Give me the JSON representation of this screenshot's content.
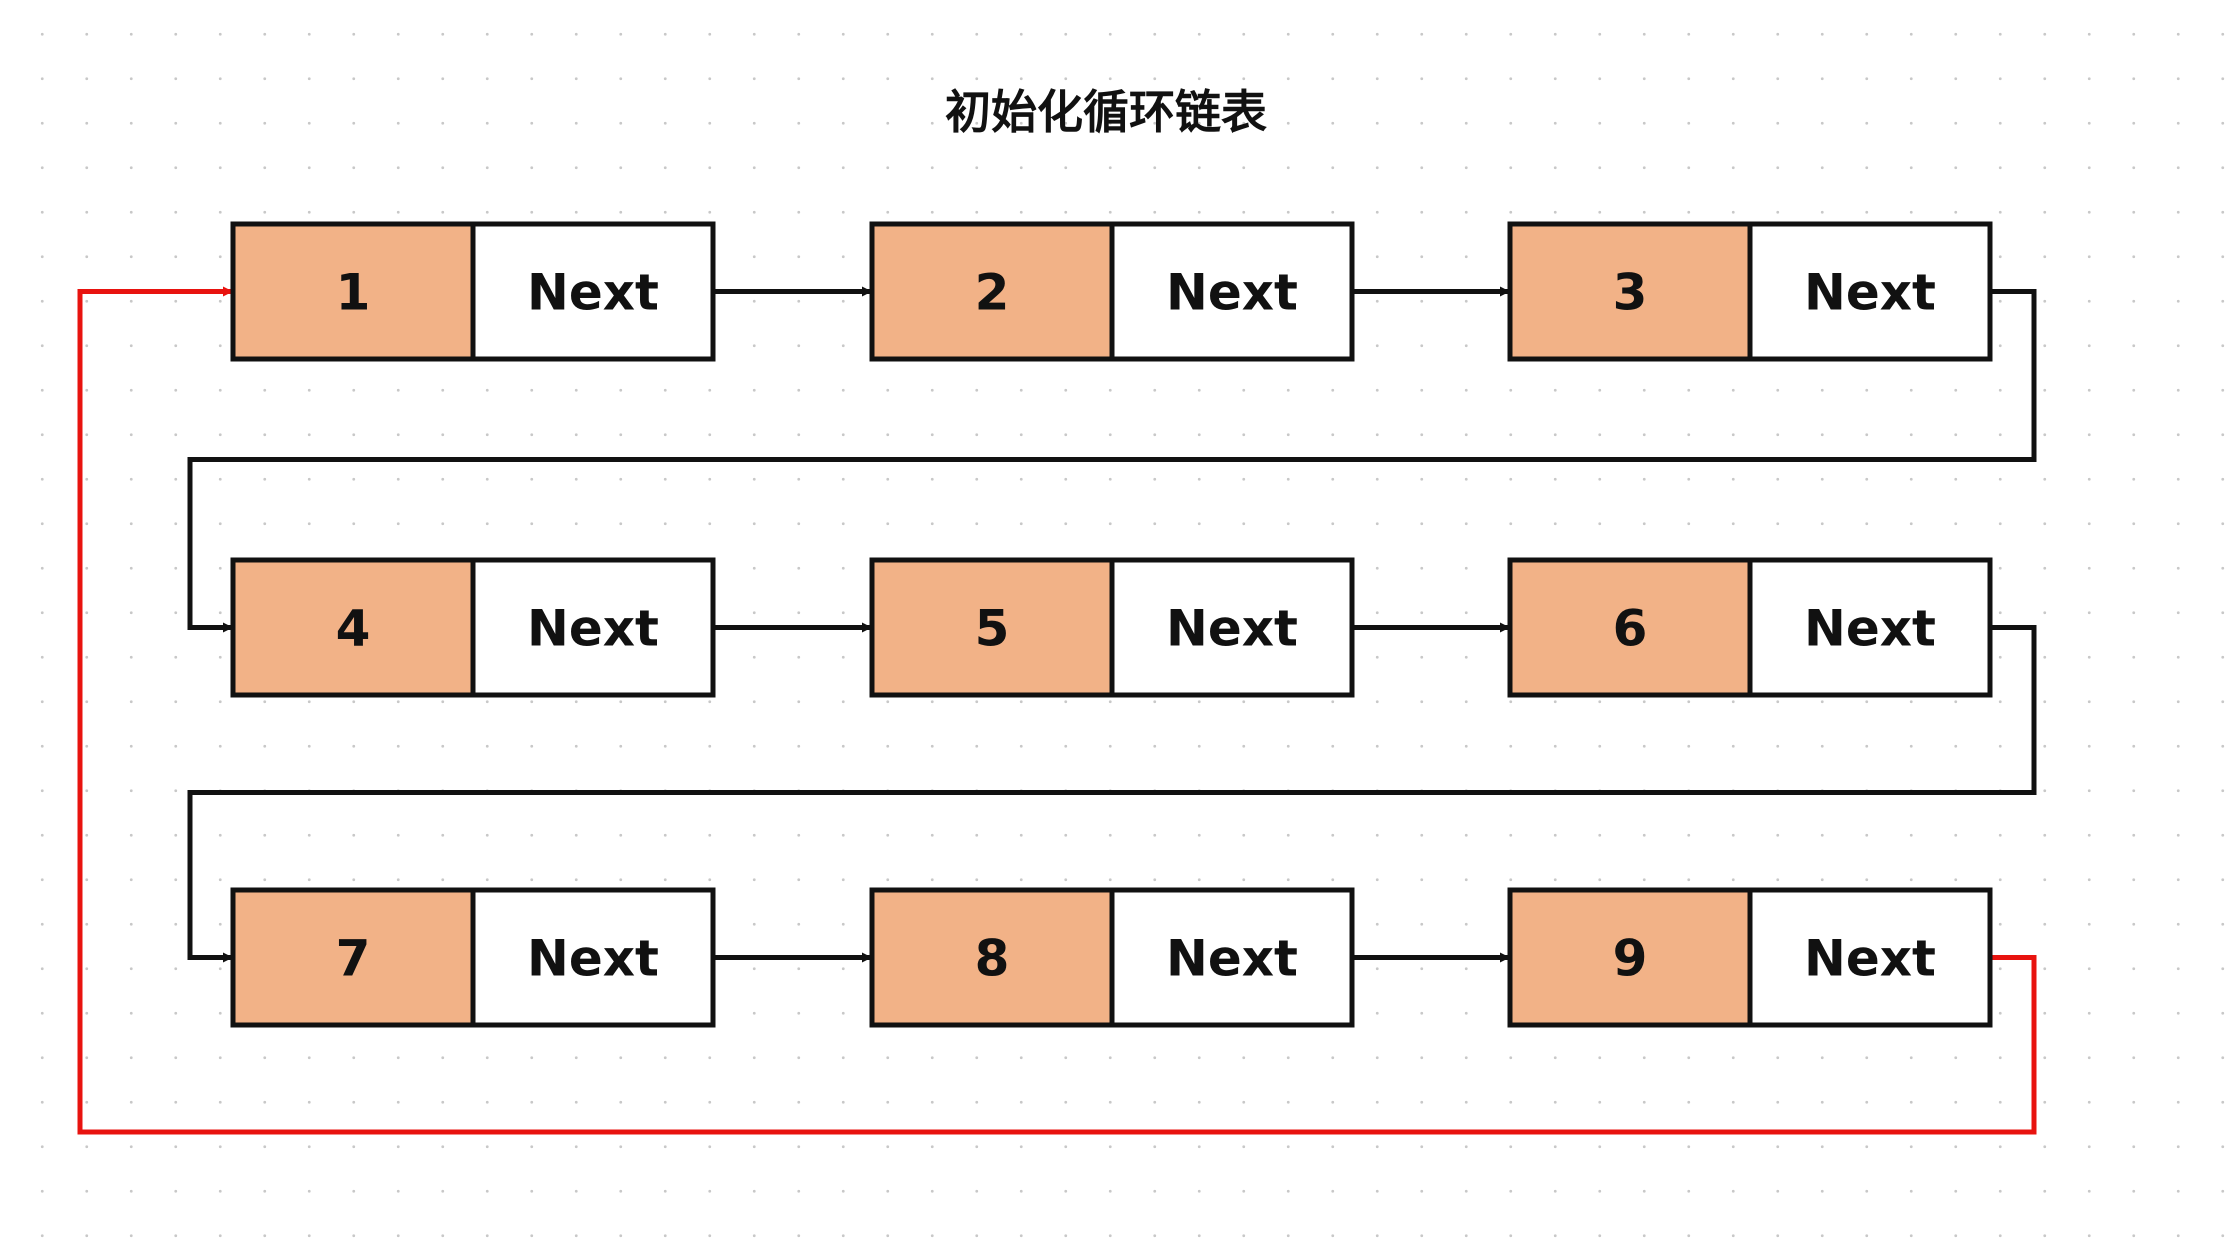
{
  "title": "初始化循环链表",
  "nodes": [
    {
      "value": "1",
      "next_label": "Next"
    },
    {
      "value": "2",
      "next_label": "Next"
    },
    {
      "value": "3",
      "next_label": "Next"
    },
    {
      "value": "4",
      "next_label": "Next"
    },
    {
      "value": "5",
      "next_label": "Next"
    },
    {
      "value": "6",
      "next_label": "Next"
    },
    {
      "value": "7",
      "next_label": "Next"
    },
    {
      "value": "8",
      "next_label": "Next"
    },
    {
      "value": "9",
      "next_label": "Next"
    }
  ],
  "colors": {
    "data_fill": "#F2B287",
    "next_fill": "#FFFFFF",
    "border": "#111111",
    "link_arrow": "#111111",
    "loop_arrow": "#E8130F"
  }
}
